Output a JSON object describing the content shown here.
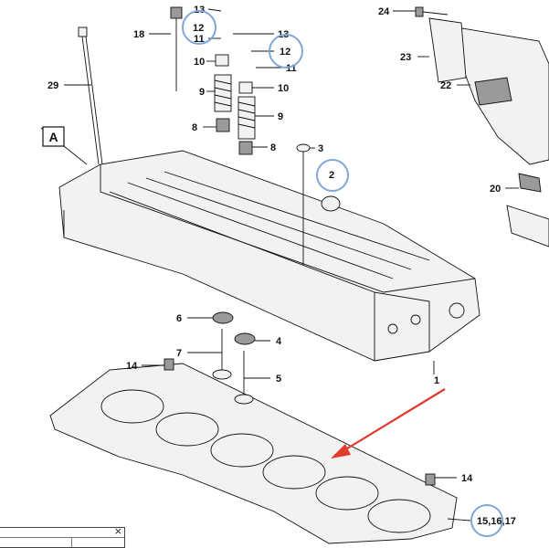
{
  "diagram": {
    "labels": {
      "p1": "1",
      "p2": "2",
      "p3": "3",
      "p4": "4",
      "p5": "5",
      "p6": "6",
      "p7": "7",
      "p8": "8",
      "p8b": "8",
      "p9": "9",
      "p9b": "9",
      "p10": "10",
      "p10b": "10",
      "p11": "11",
      "p11b": "11",
      "p12": "12",
      "p12b": "12",
      "p13": "13",
      "p13b": "13",
      "p14": "14",
      "p14b": "14",
      "p15": "15,16,17",
      "p18": "18",
      "p20": "20",
      "p22": "22",
      "p23": "23",
      "p24": "24",
      "p29": "29",
      "viewA": "A"
    },
    "highlight_color": "#7ea6d6",
    "arrow_color": "#e23b2e"
  },
  "widget": {
    "close_glyph": "×"
  }
}
